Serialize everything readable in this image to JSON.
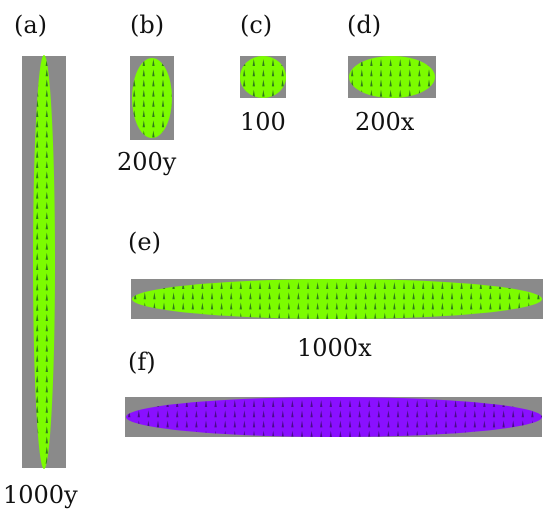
{
  "colors": {
    "background_rect": "#8a8a8a",
    "ellipse_green": "#7cfc00",
    "arrow_green": "#2f7a1a",
    "ellipse_purple": "#8a10ff",
    "arrow_purple": "#4a0c8c"
  },
  "panels": [
    {
      "letter": "(a)",
      "caption": "1000y",
      "fill": "green"
    },
    {
      "letter": "(b)",
      "caption": "200y",
      "fill": "green"
    },
    {
      "letter": "(c)",
      "caption": "100",
      "fill": "green"
    },
    {
      "letter": "(d)",
      "caption": "200x",
      "fill": "green"
    },
    {
      "letter": "(e)",
      "caption": "1000x",
      "fill": "green"
    },
    {
      "letter": "(f)",
      "caption": "",
      "fill": "purple"
    }
  ],
  "marker_icon": "up-arrow-icon"
}
